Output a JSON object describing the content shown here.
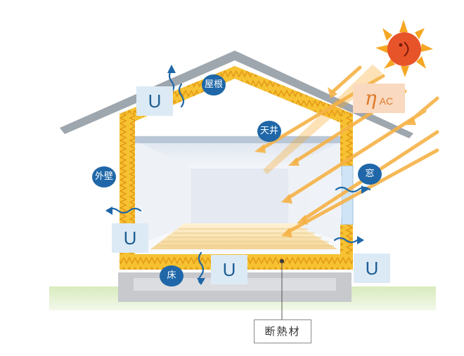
{
  "labels": {
    "roof": "屋根",
    "ceiling": "天井",
    "exterior_wall": "外壁",
    "window": "窓",
    "floor": "床",
    "insulation": "断熱材",
    "u_value": "U",
    "eta_symbol": "η",
    "eta_subscript": "AC"
  },
  "colors": {
    "insulation_fill": "#f6c232",
    "insulation_wave": "#e49a18",
    "roof": "#9ea6ae",
    "arrow_blue": "#1f67a8",
    "sun_arrow": "#f5a623",
    "u_box_bg": "#dceaf5",
    "eta_box_bg": "#f9d9bf",
    "ground": "#cfe3b0",
    "foundation": "#c7c9cc",
    "sun": "#e8542a"
  },
  "icons": [
    "sun-icon",
    "heat-flow-arrow-icon",
    "sunlight-arrow-icon"
  ]
}
